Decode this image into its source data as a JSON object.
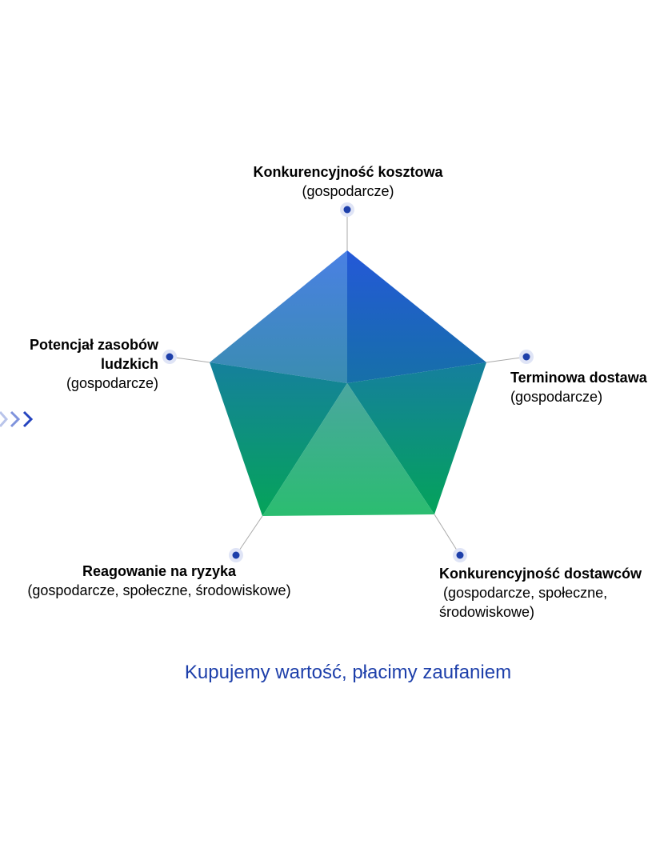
{
  "diagram": {
    "axes": [
      {
        "id": "top",
        "title": "Konkurencyjność kosztowa",
        "subtitle": "(gospodarcze)"
      },
      {
        "id": "right",
        "title": "Terminowa dostawa",
        "subtitle": "(gospodarcze)"
      },
      {
        "id": "bottom-right",
        "title": "Konkurencyjność dostawców",
        "subtitle": " (gospodarcze, społeczne,",
        "subtitle2": "środowiskowe)"
      },
      {
        "id": "bottom-left",
        "title": "Reagowanie na ryzyka",
        "subtitle": "(gospodarcze, społeczne, środowiskowe)"
      },
      {
        "id": "left",
        "title": "Potencjał zasobów",
        "title2": "ludzkich",
        "subtitle": "(gospodarcze)"
      }
    ],
    "slogan": "Kupujemy wartość, płacimy zaufaniem"
  },
  "colors": {
    "dot": "#1d3faa",
    "dot_halo": "#dfe4f6",
    "connector": "#a9a9a9",
    "slogan": "#1d3faa",
    "blue_top": "#2458d8",
    "teal_mid": "#158a98",
    "green": "#06a25a",
    "light_green": "#2fba74",
    "chevron_light": "#b9c4ea",
    "chevron_mid": "#7f93dc",
    "chevron_dark": "#2544bf"
  },
  "icons": {
    "chevrons": "triple-chevron-right-icon",
    "axis_marker": "dot-marker-icon"
  }
}
